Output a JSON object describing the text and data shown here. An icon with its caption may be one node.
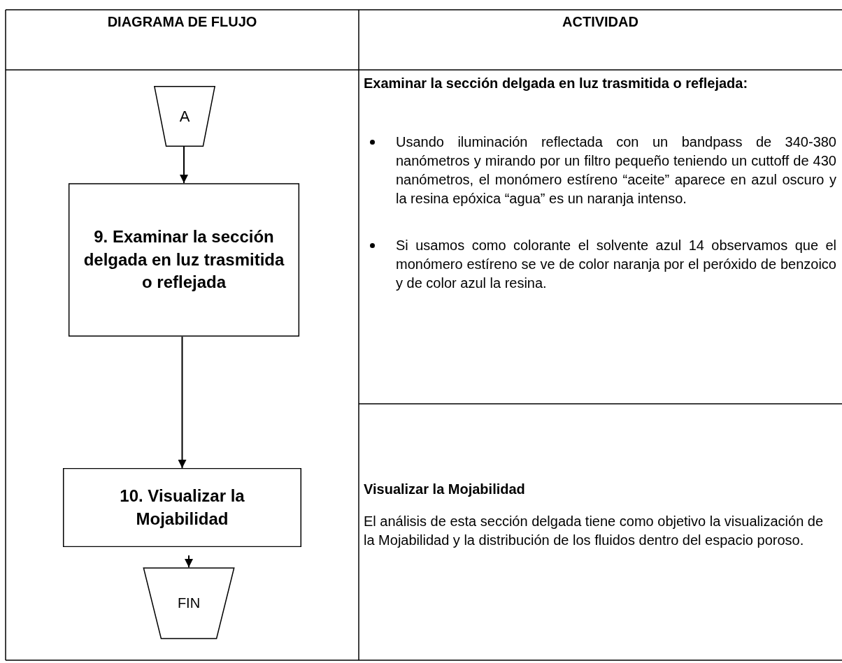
{
  "diagram": {
    "nodes": [
      {
        "text": [
          "A"
        ]
      },
      {
        "text": [
          "9. Examinar la sección delgada en luz trasmitida o reflejada"
        ]
      },
      {
        "text": [
          "10. Visualizar la Mojabilidad"
        ]
      },
      {
        "text": [
          "FIN"
        ]
      }
    ],
    "edges": [
      {
        "from": 0,
        "to": 1,
        "arrow": "to"
      },
      {
        "from": 1,
        "to": 2,
        "arrow": "to"
      },
      {
        "from": 2,
        "to": 3,
        "arrow": "to"
      }
    ],
    "labels": [
      "DIAGRAMA DE FLUJO",
      "ACTIVIDAD",
      "Examinar la sección delgada en luz trasmitida o reflejada:",
      "Usando iluminación reflectada con un bandpass de 340-380 nanómetros y mirando por un filtro pequeño teniendo un cuttoff de 430 nanómetros, el monómero estíreno “aceite” aparece en azul oscuro y la resina epóxica “agua” es un naranja intenso.",
      "Si usamos como colorante el solvente azul 14 observamos que el monómero estíreno se ve de color naranja por el peróxido de benzoico y de color azul la resina.",
      "Visualizar la Mojabilidad",
      "El análisis de esta sección delgada tiene como objetivo la visualización de la Mojabilidad y la distribución de los fluidos dentro del espacio poroso."
    ]
  }
}
